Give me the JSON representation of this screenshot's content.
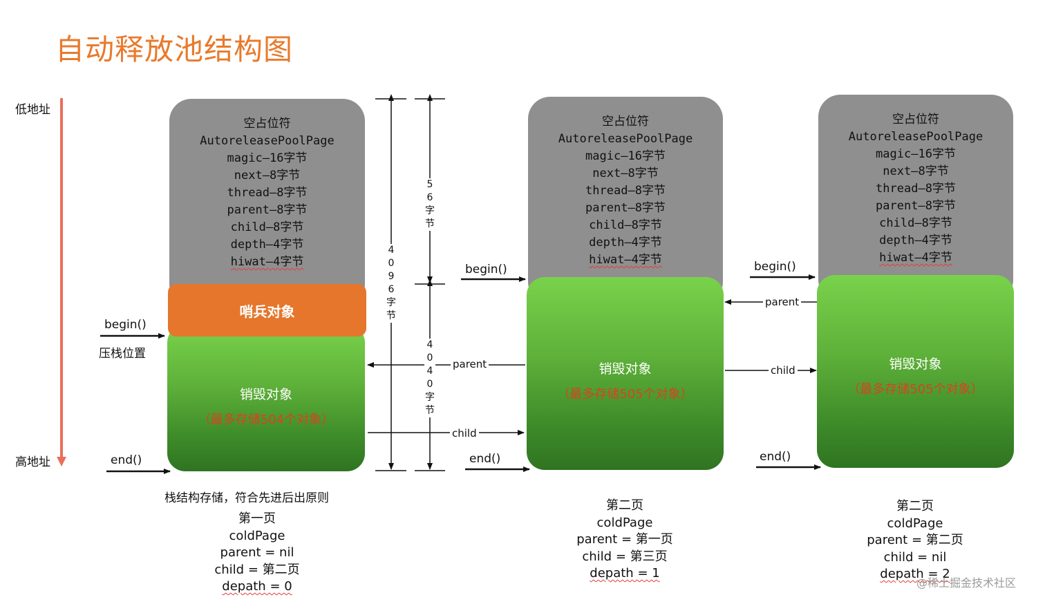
{
  "title": "自动释放池结构图",
  "axis": {
    "low": "低地址",
    "high": "高地址"
  },
  "page1": {
    "header_fields": [
      "空占位符",
      "AutoreleasePoolPage",
      "magic–16字节",
      "next–8字节",
      "thread–8字节",
      "parent–8字节",
      "child–8字节",
      "depth–4字节",
      "hiwat–4字节"
    ],
    "sentinel": "哨兵对象",
    "destroy": "销毁对象",
    "capacity": "（最多存储504个对象）",
    "begin": "begin()",
    "push_pos": "压栈位置",
    "end": "end()",
    "stack_note": "栈结构存储，符合先进后出原则",
    "info": [
      "第一页",
      "coldPage",
      "parent = nil",
      "child = 第二页",
      "depath = 0"
    ]
  },
  "dimensions": {
    "total": "4096字节",
    "header": "56字节",
    "body": "4040字节"
  },
  "page2": {
    "header_fields": [
      "空占位符",
      "AutoreleasePoolPage",
      "magic–16字节",
      "next–8字节",
      "thread–8字节",
      "parent–8字节",
      "child–8字节",
      "depth–4字节",
      "hiwat–4字节"
    ],
    "destroy": "销毁对象",
    "capacity": "（最多存储505个对象）",
    "begin": "begin()",
    "end": "end()",
    "info": [
      "第二页",
      "coldPage",
      "parent = 第一页",
      "child = 第三页",
      "depath = 1"
    ]
  },
  "page3": {
    "header_fields": [
      "空占位符",
      "AutoreleasePoolPage",
      "magic–16字节",
      "next–8字节",
      "thread–8字节",
      "parent–8字节",
      "child–8字节",
      "depth–4字节",
      "hiwat–4字节"
    ],
    "destroy": "销毁对象",
    "capacity": "（最多存储505个对象）",
    "begin": "begin()",
    "end": "end()",
    "info": [
      "第二页",
      "coldPage",
      "parent = 第二页",
      "child = nil",
      "depath = 2"
    ]
  },
  "links": {
    "parent": "parent",
    "child": "child"
  },
  "watermark": "@稀土掘金技术社区",
  "colors": {
    "title": "#e87a2c",
    "header": "#8f8f8f",
    "sentinel": "#e5762c",
    "body": "#5fb23a",
    "capacity": "#d8431e",
    "axis": "#e8705a"
  }
}
